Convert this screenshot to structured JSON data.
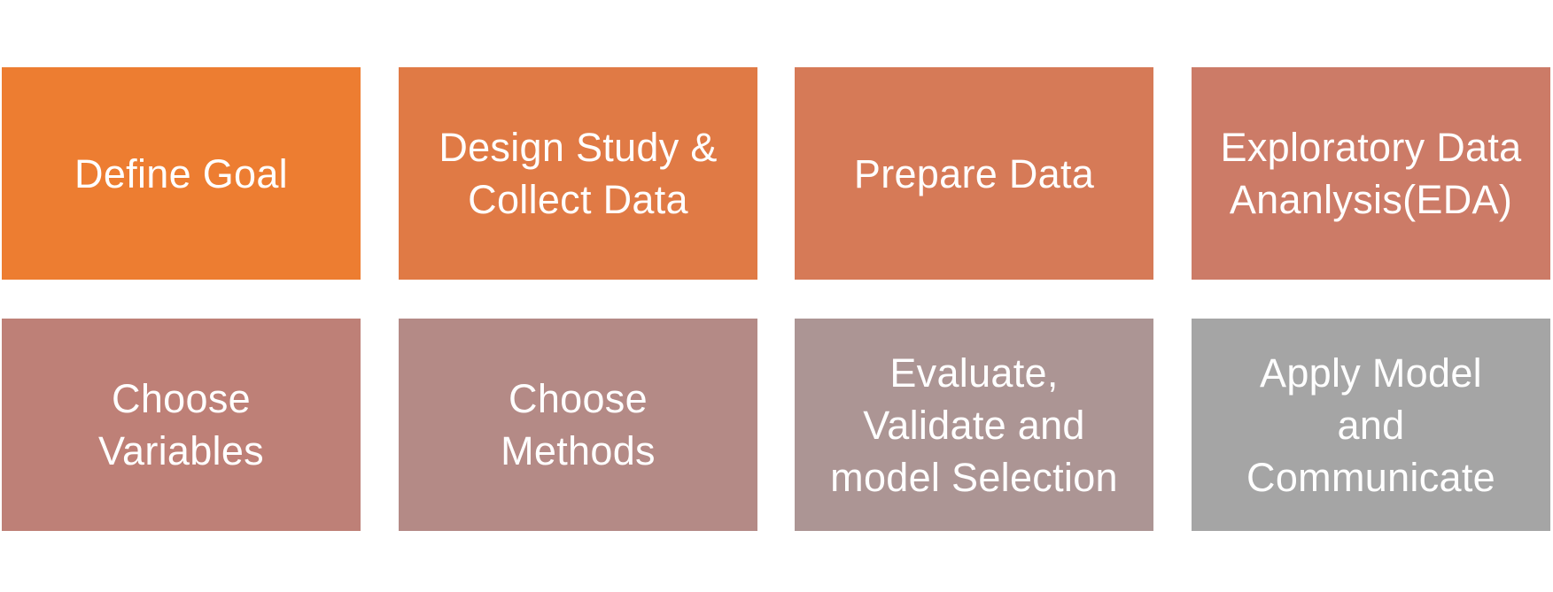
{
  "steps": [
    {
      "label": "Define Goal",
      "color": "#ED7D31"
    },
    {
      "label": "Design Study &\nCollect Data",
      "color": "#E07A45"
    },
    {
      "label": "Prepare Data",
      "color": "#D67A57"
    },
    {
      "label": "Exploratory Data\nAnanlysis(EDA)",
      "color": "#CC7B67"
    },
    {
      "label": "Choose\nVariables",
      "color": "#BE8077"
    },
    {
      "label": "Choose\nMethods",
      "color": "#B48A86"
    },
    {
      "label": "Evaluate,\nValidate and\nmodel Selection",
      "color": "#AC9594"
    },
    {
      "label": "Apply Model\nand\nCommunicate",
      "color": "#A5A5A5"
    }
  ]
}
